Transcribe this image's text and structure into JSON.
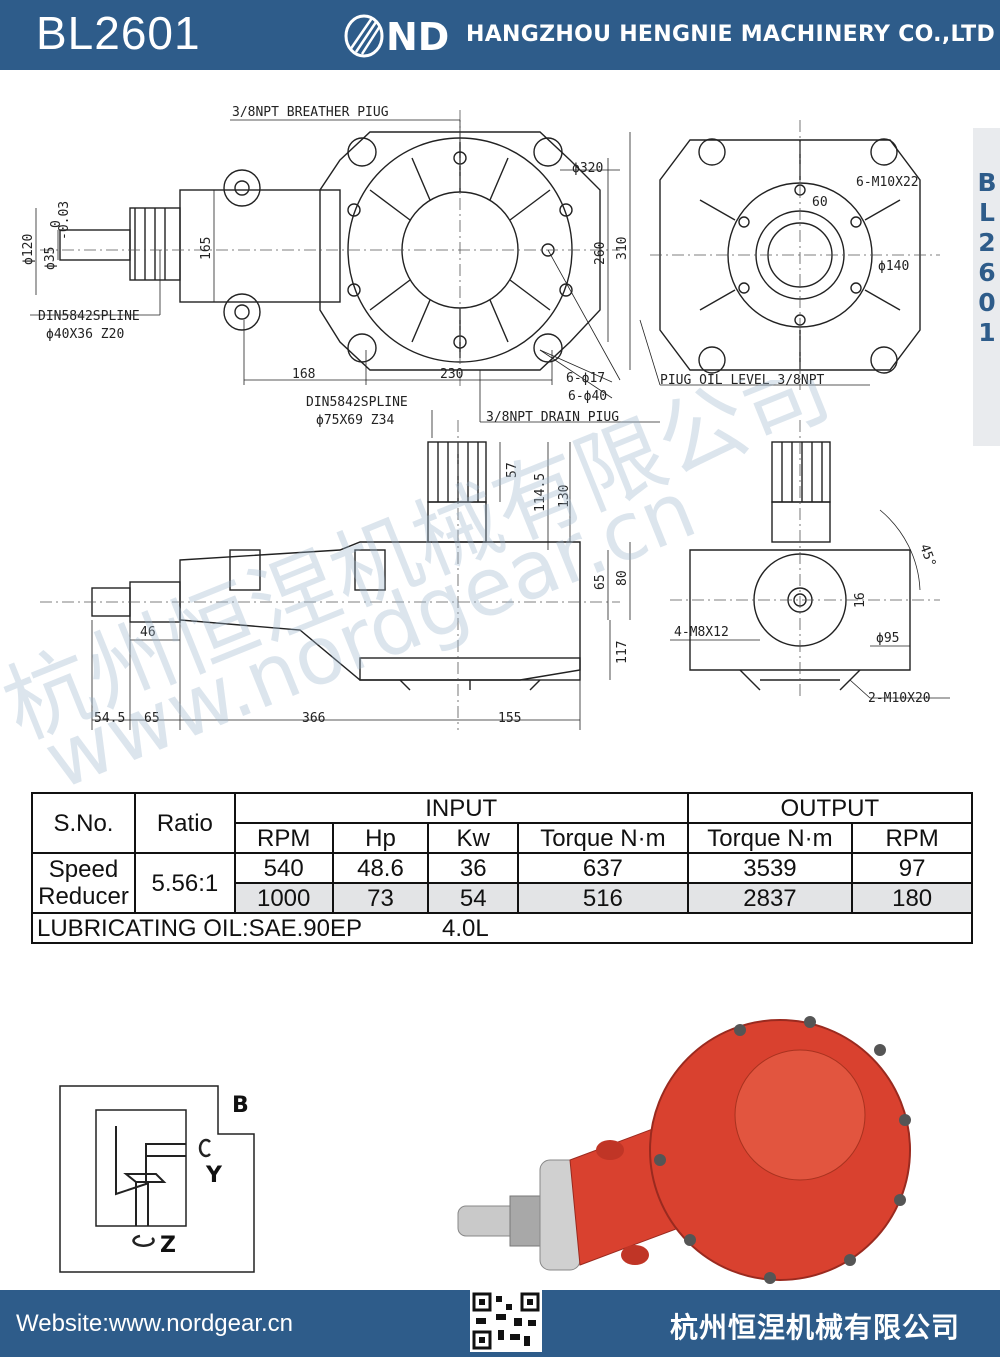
{
  "header": {
    "model": "BL2601",
    "logo_text": "ND",
    "company_en": "HANGZHOU HENGNIE MACHINERY CO.,LTD"
  },
  "side_tab": {
    "text": "BL2601"
  },
  "drawing": {
    "breather": "3/8NPT BREATHER PIUG",
    "dia320": "ϕ320",
    "dim260": "260",
    "dim310": "310",
    "dia120": "ϕ120",
    "dia35": "ϕ35",
    "tol_upper": "0",
    "tol_lower": "-0.03",
    "dim165": "165",
    "din_in": "DIN5842SPLINE",
    "din_in_spec": "ϕ40X36 Z20",
    "dim168": "168",
    "dim230": "230",
    "holes17": "6-ϕ17",
    "holes40": "6-ϕ40",
    "oil_level": "PIUG OIL LEVEL 3/8NPT",
    "m10x22": "6-M10X22",
    "dim60": "60",
    "dia140": "ϕ140",
    "din_out": "DIN5842SPLINE",
    "din_out_spec": "ϕ75X69 Z34",
    "drain": "3/8NPT DRAIN PIUG",
    "dim57": "57",
    "dim114": "114.5",
    "dim130": "130",
    "dim65v": "65",
    "dim80": "80",
    "dim46": "46",
    "dim117": "117",
    "dim54": "54.5",
    "dim65h": "65",
    "dim366": "366",
    "dim155": "155",
    "angle45": "45°",
    "m8x12": "4-M8X12",
    "dia95": "ϕ95",
    "m10x20": "2-M10X20",
    "dim16": "16"
  },
  "watermark": {
    "cn": "杭州恒涅机械有限公司",
    "url": "www.nordgear.cn"
  },
  "spec_table": {
    "sno": "S.No.",
    "ratio": "Ratio",
    "input": "INPUT",
    "output": "OUTPUT",
    "cols": [
      "RPM",
      "Hp",
      "Kw",
      "Torque N·m",
      "Torque N·m",
      "RPM"
    ],
    "name_line1": "Speed",
    "name_line2": "Reducer",
    "ratio_value": "5.56:1",
    "rows": [
      [
        "540",
        "48.6",
        "36",
        "637",
        "3539",
        "97"
      ],
      [
        "1000",
        "73",
        "54",
        "516",
        "2837",
        "180"
      ]
    ],
    "lube_label": "LUBRICATING OIL:SAE.90EP",
    "lube_volume": "4.0L"
  },
  "schematic": {
    "b": "B",
    "y": "Y",
    "z": "Z"
  },
  "footer": {
    "website": "Website:www.nordgear.cn",
    "company_cn": "杭州恒涅机械有限公司"
  },
  "colors": {
    "brand_blue": "#2e5c8a",
    "gearbox_red": "#d9412f"
  }
}
